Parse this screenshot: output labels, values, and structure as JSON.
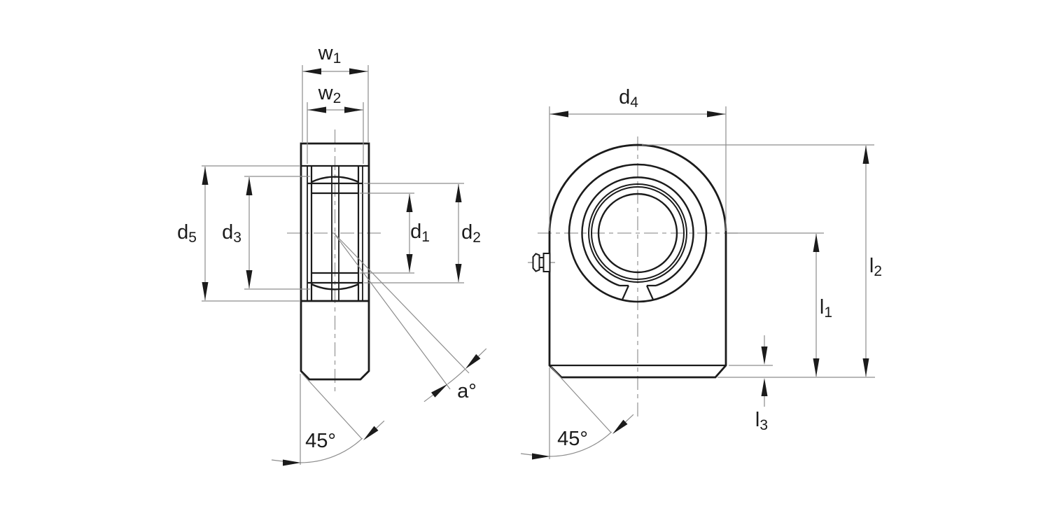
{
  "drawing": {
    "kind": "technical dimension drawing, rod-end / weld-on hydraulic rod eye, two orthographic views"
  },
  "colors": {
    "background": "#ffffff",
    "outline": "#1b1b1b",
    "dimension_lines": "#8d8d8d",
    "centerlines": "#9a9a9a",
    "text": "#1b1b1b"
  },
  "labels": {
    "w1": {
      "base": "w",
      "sub": "1"
    },
    "w2": {
      "base": "w",
      "sub": "2"
    },
    "d5": {
      "base": "d",
      "sub": "5"
    },
    "d3": {
      "base": "d",
      "sub": "3"
    },
    "d1": {
      "base": "d",
      "sub": "1"
    },
    "d2": {
      "base": "d",
      "sub": "2"
    },
    "d4": {
      "base": "d",
      "sub": "4"
    },
    "l1": {
      "base": "l",
      "sub": "1"
    },
    "l2": {
      "base": "l",
      "sub": "2"
    },
    "l3": {
      "base": "l",
      "sub": "3"
    },
    "angle_a": {
      "base": "a°",
      "sub": ""
    },
    "angle_45_left": {
      "base": "45°",
      "sub": ""
    },
    "angle_45_right": {
      "base": "45°",
      "sub": ""
    }
  }
}
